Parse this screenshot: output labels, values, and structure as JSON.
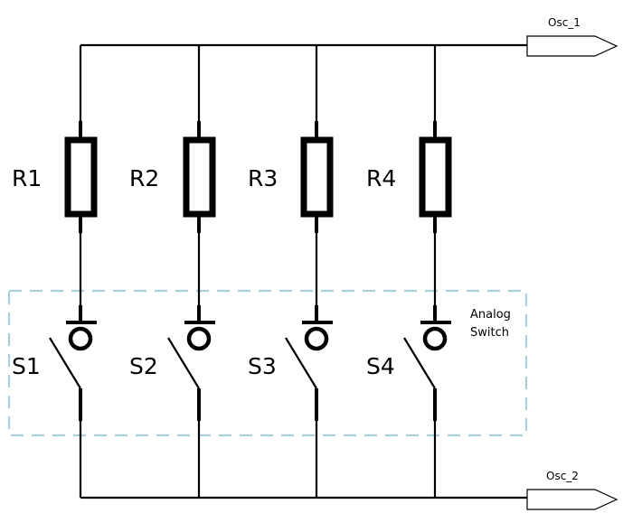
{
  "ports": {
    "top": "Osc_1",
    "bottom": "Osc_2"
  },
  "resistors": [
    "R1",
    "R2",
    "R3",
    "R4"
  ],
  "switches": [
    "S1",
    "S2",
    "S3",
    "S4"
  ],
  "switch_block": {
    "line1": "Analog",
    "line2": "Switch"
  }
}
